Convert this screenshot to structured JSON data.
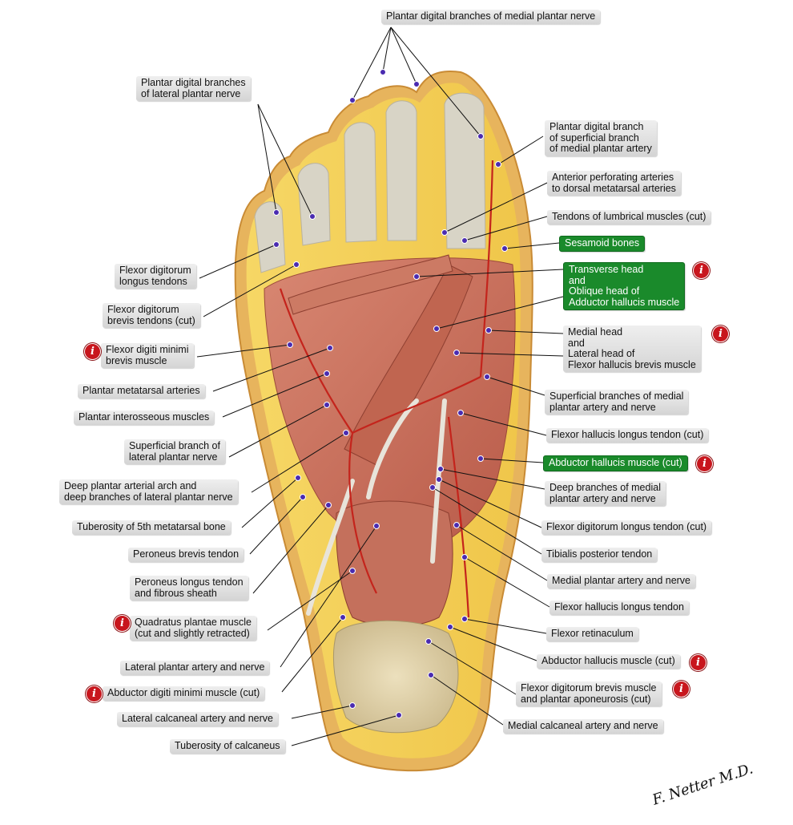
{
  "labels": [
    {
      "id": "plantar-digital-branches-medial-nerve",
      "text": "Plantar digital branches of medial plantar nerve",
      "info": false,
      "highlight": false
    },
    {
      "id": "plantar-digital-branches-lateral-nerve",
      "text": "Plantar digital branches\nof lateral plantar nerve",
      "info": false,
      "highlight": false
    },
    {
      "id": "plantar-digital-branch-superficial-medial-artery",
      "text": "Plantar digital branch\nof superficial branch\nof medial plantar artery",
      "info": false,
      "highlight": false
    },
    {
      "id": "anterior-perforating-arteries",
      "text": "Anterior perforating arteries\nto dorsal metatarsal arteries",
      "info": false,
      "highlight": false
    },
    {
      "id": "tendons-lumbrical",
      "text": "Tendons of lumbrical muscles (cut)",
      "info": false,
      "highlight": false
    },
    {
      "id": "sesamoid-bones",
      "text": "Sesamoid bones",
      "info": false,
      "highlight": true
    },
    {
      "id": "adductor-hallucis",
      "text": "Transverse head\nand\nOblique head of\nAdductor hallucis muscle",
      "info": true,
      "highlight": true
    },
    {
      "id": "flexor-digitorum-longus-tendons",
      "text": "Flexor digitorum\nlongus tendons",
      "info": false,
      "highlight": false
    },
    {
      "id": "flexor-digitorum-brevis-tendons",
      "text": "Flexor digitorum\nbrevis tendons (cut)",
      "info": false,
      "highlight": false
    },
    {
      "id": "flexor-hallucis-brevis",
      "text": "Medial head\nand\nLateral head of\nFlexor hallucis brevis muscle",
      "info": true,
      "highlight": false
    },
    {
      "id": "flexor-digiti-minimi-brevis",
      "text": "Flexor digiti minimi\nbrevis muscle",
      "info": true,
      "highlight": false
    },
    {
      "id": "plantar-metatarsal-arteries",
      "text": "Plantar metatarsal arteries",
      "info": false,
      "highlight": false
    },
    {
      "id": "superficial-branches-medial-artery",
      "text": "Superficial branches of medial\nplantar artery and nerve",
      "info": false,
      "highlight": false
    },
    {
      "id": "plantar-interosseous",
      "text": "Plantar interosseous muscles",
      "info": false,
      "highlight": false
    },
    {
      "id": "superficial-branch-lateral-nerve",
      "text": "Superficial branch of\nlateral plantar nerve",
      "info": false,
      "highlight": false
    },
    {
      "id": "flexor-hallucis-longus-tendon-cut",
      "text": "Flexor hallucis longus tendon (cut)",
      "info": false,
      "highlight": false
    },
    {
      "id": "abductor-hallucis-cut-highlight",
      "text": "Abductor hallucis muscle (cut)",
      "info": true,
      "highlight": true
    },
    {
      "id": "deep-plantar-arch",
      "text": "Deep plantar arterial arch and\ndeep branches of lateral plantar nerve",
      "info": false,
      "highlight": false
    },
    {
      "id": "deep-branches-medial",
      "text": "Deep branches of medial\nplantar artery and nerve",
      "info": false,
      "highlight": false
    },
    {
      "id": "tuberosity-5th-metatarsal",
      "text": "Tuberosity of 5th metatarsal bone",
      "info": false,
      "highlight": false
    },
    {
      "id": "flexor-digitorum-longus-tendon-cut",
      "text": "Flexor digitorum longus tendon (cut)",
      "info": false,
      "highlight": false
    },
    {
      "id": "peroneus-brevis",
      "text": "Peroneus brevis tendon",
      "info": false,
      "highlight": false
    },
    {
      "id": "tibialis-posterior",
      "text": "Tibialis posterior tendon",
      "info": false,
      "highlight": false
    },
    {
      "id": "peroneus-longus",
      "text": "Peroneus longus tendon\nand fibrous sheath",
      "info": false,
      "highlight": false
    },
    {
      "id": "medial-plantar-artery-nerve",
      "text": "Medial plantar artery and nerve",
      "info": false,
      "highlight": false
    },
    {
      "id": "flexor-hallucis-longus-tendon",
      "text": "Flexor hallucis longus tendon",
      "info": false,
      "highlight": false
    },
    {
      "id": "quadratus-plantae",
      "text": "Quadratus plantae muscle\n(cut and slightly retracted)",
      "info": true,
      "highlight": false
    },
    {
      "id": "flexor-retinaculum",
      "text": "Flexor retinaculum",
      "info": false,
      "highlight": false
    },
    {
      "id": "lateral-plantar-artery-nerve",
      "text": "Lateral plantar artery and nerve",
      "info": false,
      "highlight": false
    },
    {
      "id": "abductor-hallucis-cut",
      "text": "Abductor hallucis muscle (cut)",
      "info": true,
      "highlight": false
    },
    {
      "id": "abductor-digiti-minimi",
      "text": "Abductor digiti minimi muscle (cut)",
      "info": true,
      "highlight": false
    },
    {
      "id": "flexor-digitorum-brevis-aponeurosis",
      "text": "Flexor digitorum brevis muscle\nand plantar aponeurosis (cut)",
      "info": true,
      "highlight": false
    },
    {
      "id": "lateral-calcaneal",
      "text": "Lateral calcaneal artery and nerve",
      "info": false,
      "highlight": false
    },
    {
      "id": "medial-calcaneal",
      "text": "Medial calcaneal artery and nerve",
      "info": false,
      "highlight": false
    },
    {
      "id": "tuberosity-calcaneus",
      "text": "Tuberosity of calcaneus",
      "info": false,
      "highlight": false
    }
  ],
  "info_glyph": "i",
  "signature": "F. Netter M.D.",
  "colors": {
    "label_bg": "#dcdcdc",
    "highlight": "#1a8a2b",
    "info": "#c8161d",
    "skin": "#e8b058",
    "fat": "#f2d35a",
    "muscle": "#c96a55",
    "tendon": "#d9d6cc",
    "marker": "#4a2bb0"
  }
}
